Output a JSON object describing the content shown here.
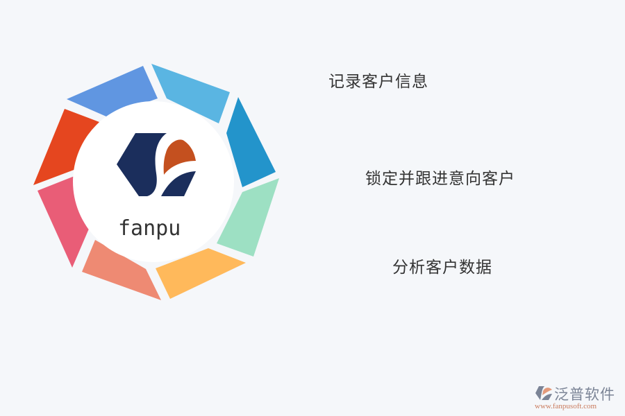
{
  "diagram": {
    "brand": "fanpu",
    "segments": [
      {
        "id": "blue",
        "color": "#6096e1"
      },
      {
        "id": "light-blue",
        "color": "#5ab5e2"
      },
      {
        "id": "teal-blue",
        "color": "#2394cb"
      },
      {
        "id": "mint",
        "color": "#9de0c3"
      },
      {
        "id": "yellow",
        "color": "#ffb95b"
      },
      {
        "id": "salmon",
        "color": "#ee8a73"
      },
      {
        "id": "pink",
        "color": "#e95d77"
      },
      {
        "id": "red",
        "color": "#e5461f"
      }
    ],
    "logo_colors": {
      "navy": "#1b2e5c",
      "orange": "#c4501f"
    }
  },
  "items": [
    {
      "label": "记录客户信息"
    },
    {
      "label": "锁定并跟进意向客户"
    },
    {
      "label": "分析客户数据"
    }
  ],
  "watermark": {
    "name": "泛普软件",
    "url": "www.fanpusoft.com"
  }
}
